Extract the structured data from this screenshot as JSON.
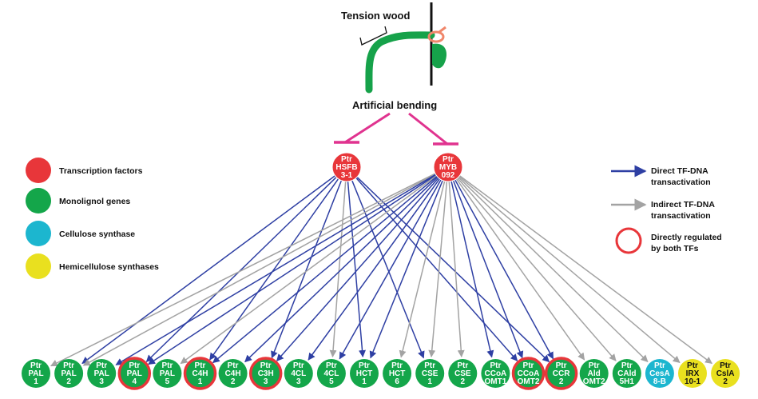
{
  "top": {
    "tension_wood_label": "Tension wood",
    "artificial_bending_label": "Artificial bending"
  },
  "colors": {
    "tf_red": "#e8363a",
    "monolignol_green": "#14a64a",
    "cellulose_blue": "#1cb6cf",
    "hemicellulose_yellow": "#e9e01f",
    "direct_arrow": "#2e3fa3",
    "indirect_arrow": "#a3a3a3",
    "repression": "#e0338f",
    "stem_green": "#16a24a",
    "bud_salmon": "#f0866a"
  },
  "legend_left": [
    {
      "label": "Transcription factors",
      "color": "#e8363a"
    },
    {
      "label": "Monolignol genes",
      "color": "#14a64a"
    },
    {
      "label": "Cellulose synthase",
      "color": "#1cb6cf"
    },
    {
      "label": "Hemicellulose synthases",
      "color": "#e9e01f"
    }
  ],
  "legend_right": [
    {
      "type": "direct",
      "lines": [
        "Direct TF-DNA",
        "transactivation"
      ]
    },
    {
      "type": "indirect",
      "lines": [
        "Indirect TF-DNA",
        "transactivation"
      ]
    },
    {
      "type": "both",
      "lines": [
        "Directly regulated",
        "by both TFs"
      ]
    }
  ],
  "tfs": [
    {
      "id": "HSFB",
      "lines": [
        "Ptr",
        "HSFB",
        "3-1"
      ]
    },
    {
      "id": "MYB",
      "lines": [
        "Ptr",
        "MYB",
        "092"
      ]
    }
  ],
  "genes": [
    {
      "lines": [
        "Ptr",
        "PAL",
        "1"
      ],
      "class": "monolignol",
      "both": false
    },
    {
      "lines": [
        "Ptr",
        "PAL",
        "2"
      ],
      "class": "monolignol",
      "both": false
    },
    {
      "lines": [
        "Ptr",
        "PAL",
        "3"
      ],
      "class": "monolignol",
      "both": false
    },
    {
      "lines": [
        "Ptr",
        "PAL",
        "4"
      ],
      "class": "monolignol",
      "both": true
    },
    {
      "lines": [
        "Ptr",
        "PAL",
        "5"
      ],
      "class": "monolignol",
      "both": false
    },
    {
      "lines": [
        "Ptr",
        "C4H",
        "1"
      ],
      "class": "monolignol",
      "both": true
    },
    {
      "lines": [
        "Ptr",
        "C4H",
        "2"
      ],
      "class": "monolignol",
      "both": false
    },
    {
      "lines": [
        "Ptr",
        "C3H",
        "3"
      ],
      "class": "monolignol",
      "both": true
    },
    {
      "lines": [
        "Ptr",
        "4CL",
        "3"
      ],
      "class": "monolignol",
      "both": false
    },
    {
      "lines": [
        "Ptr",
        "4CL",
        "5"
      ],
      "class": "monolignol",
      "both": false
    },
    {
      "lines": [
        "Ptr",
        "HCT",
        "1"
      ],
      "class": "monolignol",
      "both": false
    },
    {
      "lines": [
        "Ptr",
        "HCT",
        "6"
      ],
      "class": "monolignol",
      "both": false
    },
    {
      "lines": [
        "Ptr",
        "CSE",
        "1"
      ],
      "class": "monolignol",
      "both": false
    },
    {
      "lines": [
        "Ptr",
        "CSE",
        "2"
      ],
      "class": "monolignol",
      "both": false
    },
    {
      "lines": [
        "Ptr",
        "CCoA",
        "OMT1"
      ],
      "class": "monolignol",
      "both": false
    },
    {
      "lines": [
        "Ptr",
        "CCoA",
        "OMT2"
      ],
      "class": "monolignol",
      "both": true
    },
    {
      "lines": [
        "Ptr",
        "CCR",
        "2"
      ],
      "class": "monolignol",
      "both": true
    },
    {
      "lines": [
        "Ptr",
        "Ald",
        "OMT2"
      ],
      "class": "monolignol",
      "both": false
    },
    {
      "lines": [
        "Ptr",
        "CAld",
        "5H1"
      ],
      "class": "monolignol",
      "both": false
    },
    {
      "lines": [
        "Ptr",
        "CesA",
        "8-B"
      ],
      "class": "cellulose",
      "both": false
    },
    {
      "lines": [
        "Ptr",
        "IRX",
        "10-1"
      ],
      "class": "hemicellulose",
      "both": false
    },
    {
      "lines": [
        "Ptr",
        "CslA",
        "2"
      ],
      "class": "hemicellulose",
      "both": false
    }
  ],
  "edges": [
    {
      "from": "HSFB",
      "to": 1,
      "type": "direct"
    },
    {
      "from": "HSFB",
      "to": 3,
      "type": "direct"
    },
    {
      "from": "HSFB",
      "to": 5,
      "type": "direct"
    },
    {
      "from": "HSFB",
      "to": 7,
      "type": "direct"
    },
    {
      "from": "HSFB",
      "to": 9,
      "type": "indirect"
    },
    {
      "from": "HSFB",
      "to": 10,
      "type": "direct"
    },
    {
      "from": "HSFB",
      "to": 12,
      "type": "direct"
    },
    {
      "from": "HSFB",
      "to": 15,
      "type": "direct"
    },
    {
      "from": "HSFB",
      "to": 16,
      "type": "direct"
    },
    {
      "from": "MYB",
      "to": 0,
      "type": "indirect"
    },
    {
      "from": "MYB",
      "to": 1,
      "type": "indirect"
    },
    {
      "from": "MYB",
      "to": 2,
      "type": "direct"
    },
    {
      "from": "MYB",
      "to": 3,
      "type": "direct"
    },
    {
      "from": "MYB",
      "to": 4,
      "type": "indirect"
    },
    {
      "from": "MYB",
      "to": 5,
      "type": "direct"
    },
    {
      "from": "MYB",
      "to": 6,
      "type": "direct"
    },
    {
      "from": "MYB",
      "to": 7,
      "type": "direct"
    },
    {
      "from": "MYB",
      "to": 8,
      "type": "direct"
    },
    {
      "from": "MYB",
      "to": 9,
      "type": "direct"
    },
    {
      "from": "MYB",
      "to": 10,
      "type": "direct"
    },
    {
      "from": "MYB",
      "to": 11,
      "type": "indirect"
    },
    {
      "from": "MYB",
      "to": 12,
      "type": "indirect"
    },
    {
      "from": "MYB",
      "to": 13,
      "type": "indirect"
    },
    {
      "from": "MYB",
      "to": 14,
      "type": "direct"
    },
    {
      "from": "MYB",
      "to": 15,
      "type": "direct"
    },
    {
      "from": "MYB",
      "to": 16,
      "type": "direct"
    },
    {
      "from": "MYB",
      "to": 17,
      "type": "indirect"
    },
    {
      "from": "MYB",
      "to": 18,
      "type": "indirect"
    },
    {
      "from": "MYB",
      "to": 19,
      "type": "indirect"
    },
    {
      "from": "MYB",
      "to": 20,
      "type": "indirect"
    },
    {
      "from": "MYB",
      "to": 21,
      "type": "indirect"
    }
  ]
}
